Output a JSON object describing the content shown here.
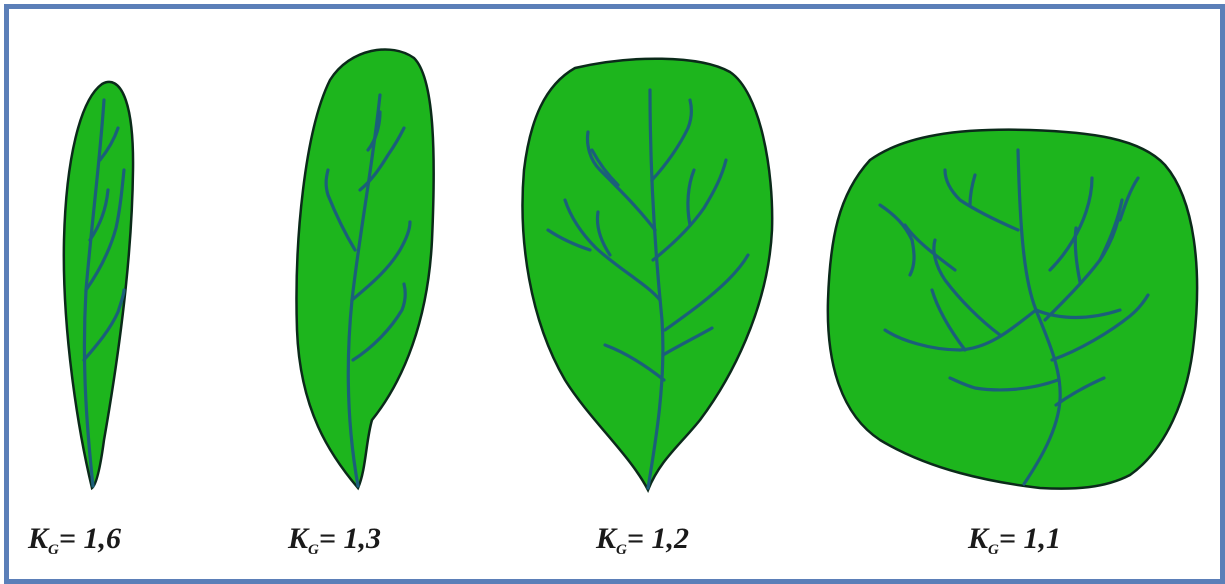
{
  "figure": {
    "border_color": "#5b7fb8",
    "leaf_fill": "#1db51d",
    "vein_color": "#1b5f7a",
    "outline_color": "#0b2a1a",
    "leaves": [
      {
        "label_main": "K",
        "label_sub": "G",
        "label_value": "= 1,6"
      },
      {
        "label_main": "K",
        "label_sub": "G",
        "label_value": "= 1,3"
      },
      {
        "label_main": "K",
        "label_sub": "G",
        "label_value": "= 1,2"
      },
      {
        "label_main": "K",
        "label_sub": "G",
        "label_value": "= 1,1"
      }
    ]
  }
}
